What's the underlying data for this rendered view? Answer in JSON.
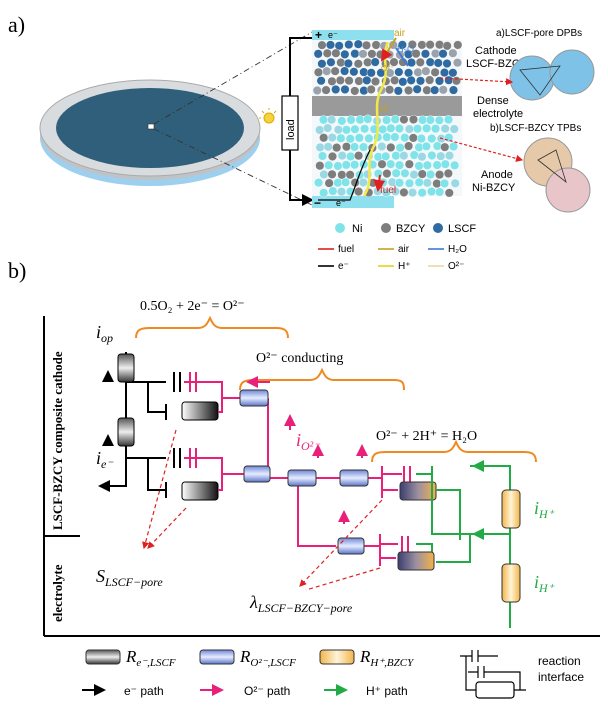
{
  "panel_a": {
    "label": "a)",
    "load": "load",
    "e_top": "e⁻",
    "e_bottom": "e⁻",
    "plus": "+",
    "minus": "−",
    "air": "air",
    "h2o": "H₂O",
    "o2": "O²⁻",
    "hplus": "H⁺",
    "fuel": "fuel",
    "cathode": [
      "Cathode",
      "LSCF-BZCY"
    ],
    "electrolyte": [
      "Dense",
      "electrolyte"
    ],
    "anode": [
      "Anode",
      "Ni-BZCY"
    ],
    "dpb_title": "a)LSCF-pore DPBs",
    "tpb_title": "b)LSCF-BZCY TPBs",
    "legend_particles": [
      "Ni",
      "BZCY",
      "LSCF"
    ],
    "legend_paths": [
      "fuel",
      "air",
      "H₂O",
      "e⁻",
      "H⁺",
      "O²⁻"
    ],
    "colors": {
      "ni": "#7fe3ea",
      "bzcy": "#7d7d7d",
      "lscf": "#2f6aa0",
      "fuel": "#e02020",
      "air": "#c8a020",
      "h2o": "#3a7bd5",
      "e": "#000000",
      "h": "#e6d21a",
      "o": "#e8d9a0"
    }
  },
  "panel_b": {
    "label": "b)",
    "cathode_side": "LSCF-BZCY composite cathode",
    "electrolyte_side": "electrolyte",
    "eq1": "0.5O₂ + 2e⁻ = O²⁻",
    "eq2": "O²⁻ conducting",
    "eq3": "O²⁻ + 2H⁺ = H₂O",
    "i_op": "i",
    "i_op_sub": "op",
    "i_e": "i",
    "i_e_sub": "e⁻",
    "i_o": "i",
    "i_o_sub": "O²⁻",
    "i_h": "i",
    "i_h_sub": "H⁺",
    "s_label": "S",
    "s_sub": "LSCF−pore",
    "lambda_label": "λ",
    "lambda_sub": "LSCF−BZCY−pore",
    "colors": {
      "e_path": "#000000",
      "o_path": "#e8207a",
      "h_path": "#22aa44",
      "bracket": "#f08a20",
      "dash": "#e02020"
    }
  },
  "legend": {
    "r_e": "R",
    "r_e_sub": "e⁻,LSCF",
    "r_o": "R",
    "r_o_sub": "O²⁻,LSCF",
    "r_h": "R",
    "r_h_sub": "H⁺,BZCY",
    "reaction": [
      "reaction",
      "interface"
    ],
    "e_path": "e⁻ path",
    "o_path": "O²⁻ path",
    "h_path": "H⁺ path"
  }
}
